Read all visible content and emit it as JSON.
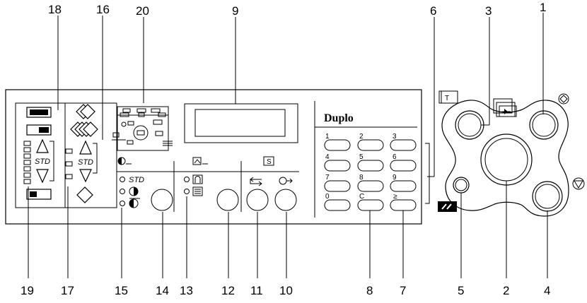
{
  "brand": "Duplo",
  "callouts": [
    "18",
    "16",
    "20",
    "9",
    "6",
    "3",
    "1",
    "19",
    "17",
    "15",
    "14",
    "13",
    "12",
    "11",
    "10",
    "8",
    "7",
    "5",
    "2",
    "4"
  ],
  "std_label": "STD",
  "keypad": {
    "keys": [
      "1",
      "2",
      "3",
      "4",
      "5",
      "6",
      "7",
      "8",
      "9",
      "0",
      "C",
      "≥"
    ]
  },
  "icons": {
    "stop_symbol": "S",
    "tray_letter": "T"
  }
}
